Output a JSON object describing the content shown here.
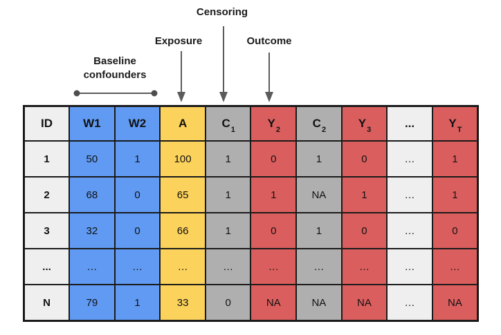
{
  "annotations": {
    "censoring": "Censoring",
    "exposure": "Exposure",
    "outcome": "Outcome",
    "baseline_confounders": "Baseline confounders"
  },
  "colors": {
    "blue": "#609af3",
    "yellow": "#fbd25b",
    "gray": "#afafaf",
    "red": "#db5e5e",
    "light": "#efefef",
    "arrow": "#5b5b5b",
    "border": "#1a1a1a"
  },
  "table": {
    "columns": [
      {
        "id": "id",
        "label": "ID",
        "sub": "",
        "type": "light"
      },
      {
        "id": "w1",
        "label": "W1",
        "sub": "",
        "type": "blue"
      },
      {
        "id": "w2",
        "label": "W2",
        "sub": "",
        "type": "blue"
      },
      {
        "id": "a",
        "label": "A",
        "sub": "",
        "type": "yellow"
      },
      {
        "id": "c1",
        "label": "C",
        "sub": "1",
        "type": "gray"
      },
      {
        "id": "y2",
        "label": "Y",
        "sub": "2",
        "type": "red"
      },
      {
        "id": "c2",
        "label": "C",
        "sub": "2",
        "type": "gray"
      },
      {
        "id": "y3",
        "label": "Y",
        "sub": "3",
        "type": "red"
      },
      {
        "id": "dots",
        "label": "...",
        "sub": "",
        "type": "light"
      },
      {
        "id": "yt",
        "label": "Y",
        "sub": "T",
        "type": "red"
      }
    ],
    "rows": [
      {
        "id": "1",
        "cells": [
          "1",
          "50",
          "1",
          "100",
          "1",
          "0",
          "1",
          "0",
          "…",
          "1"
        ]
      },
      {
        "id": "2",
        "cells": [
          "2",
          "68",
          "0",
          "65",
          "1",
          "1",
          "NA",
          "1",
          "…",
          "1"
        ]
      },
      {
        "id": "3",
        "cells": [
          "3",
          "32",
          "0",
          "66",
          "1",
          "0",
          "1",
          "0",
          "…",
          "0"
        ]
      },
      {
        "id": "dots",
        "cells": [
          "...",
          "…",
          "…",
          "…",
          "…",
          "…",
          "…",
          "…",
          "…",
          "…"
        ]
      },
      {
        "id": "N",
        "cells": [
          "N",
          "79",
          "1",
          "33",
          "0",
          "NA",
          "NA",
          "NA",
          "…",
          "NA"
        ]
      }
    ]
  }
}
